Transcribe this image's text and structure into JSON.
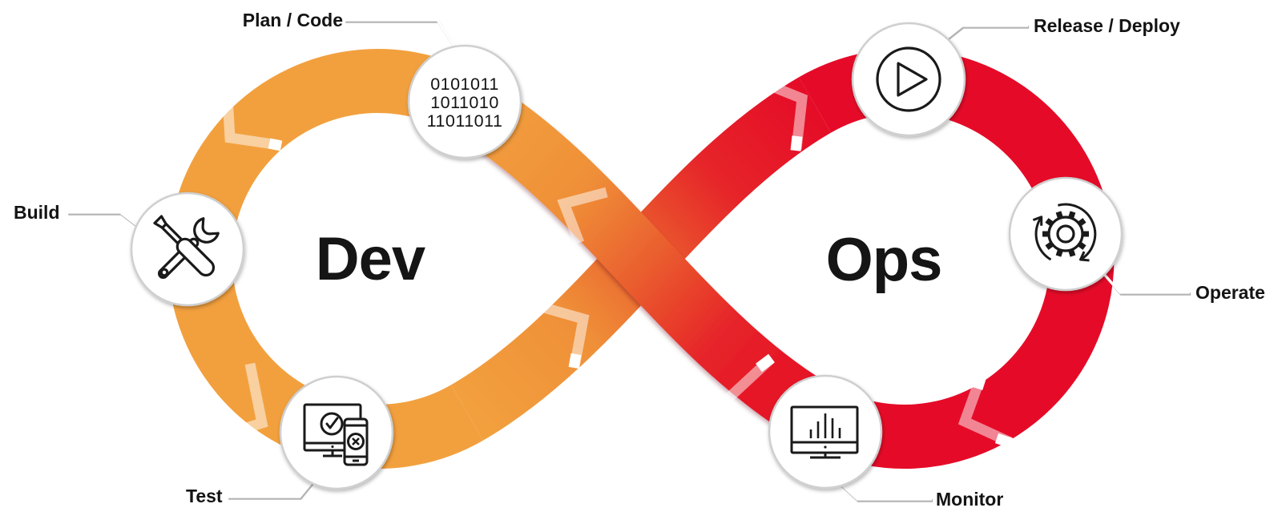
{
  "diagram": {
    "name": "devops-infinity-loop",
    "loops": {
      "dev": {
        "label": "Dev",
        "color": "#F2A03E"
      },
      "ops": {
        "label": "Ops",
        "color": "#E50B28"
      }
    },
    "stages": [
      {
        "id": "plan-code",
        "label": "Plan / Code",
        "icon": "binary-code-icon",
        "binary_lines": [
          "0101011",
          "1011010",
          "11011011"
        ]
      },
      {
        "id": "build",
        "label": "Build",
        "icon": "screwdriver-wrench-icon"
      },
      {
        "id": "test",
        "label": "Test",
        "icon": "devices-check-icon"
      },
      {
        "id": "release-deploy",
        "label": "Release / Deploy",
        "icon": "play-circle-icon"
      },
      {
        "id": "operate",
        "label": "Operate",
        "icon": "gear-rotation-icon"
      },
      {
        "id": "monitor",
        "label": "Monitor",
        "icon": "monitor-stats-icon"
      }
    ],
    "colors": {
      "chevron": "#FFFFFF",
      "badge_fill": "#FFFFFF",
      "badge_border": "#CFCFCF",
      "label_text": "#141414"
    }
  }
}
